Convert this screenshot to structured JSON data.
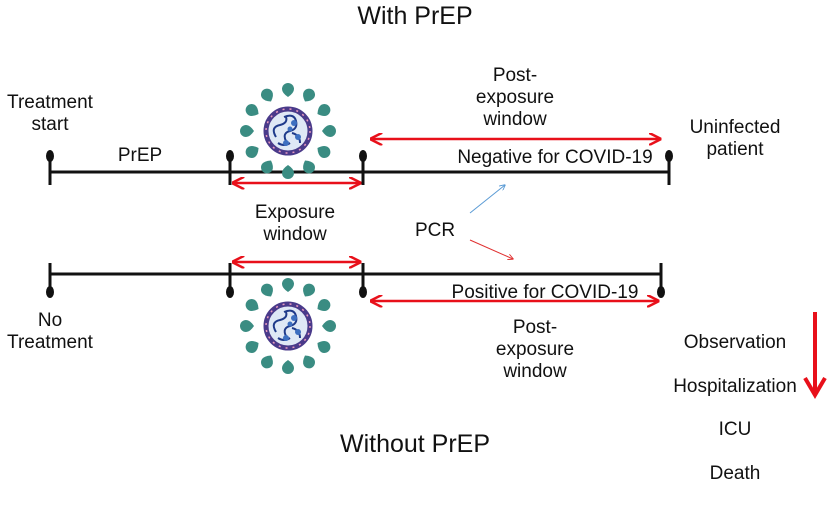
{
  "titles": {
    "top": "With PrEP",
    "bottom": "Without PrEP"
  },
  "top_timeline": {
    "start_label": "Treatment\nstart",
    "segment_label": "PrEP",
    "post_exposure_label": "Post-\nexposure\nwindow",
    "result_label": "Negative for COVID-19",
    "outcome_label": "Uninfected\npatient"
  },
  "middle": {
    "exposure_label": "Exposure\nwindow",
    "test_label": "PCR"
  },
  "bottom_timeline": {
    "start_label": "No\nTreatment",
    "result_label": "Positive for COVID-19",
    "post_exposure_label": "Post-\nexposure\nwindow",
    "outcomes": [
      "Observation",
      "Hospitalization",
      "ICU",
      "Death"
    ]
  },
  "icons": {
    "virus": "coronavirus-icon",
    "severity_arrow": "down-arrow-icon"
  },
  "colors": {
    "line": "#111111",
    "window_arrow": "#e8101a",
    "pcr_negative_arrow": "#5b9bd5",
    "pcr_positive_arrow": "#e03030",
    "virus_spike": "#3a8c82",
    "virus_membrane": "#4a3a8a",
    "virus_core": "#dfe8f5",
    "virus_rna": "#1f3a8a"
  }
}
